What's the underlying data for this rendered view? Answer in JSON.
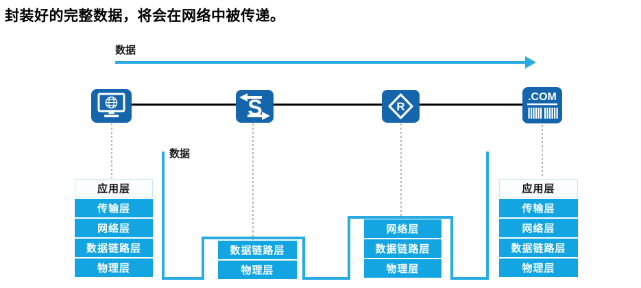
{
  "title": "封装好的完整数据，将会在网络中被传递。",
  "top_arrow": {
    "label": "数据"
  },
  "path_label": "数据",
  "colors": {
    "accent_blue": "#29ABE2",
    "layer_cell_blue": "#12A5E2",
    "device_blue": "#1565AD",
    "dotted_gray": "#B5B5B5",
    "backbone_black": "#000000"
  },
  "devices": [
    {
      "name": "client-host",
      "icon": "monitor-globe-icon",
      "label": ""
    },
    {
      "name": "switch",
      "icon": "switch-icon",
      "label": "S"
    },
    {
      "name": "router",
      "icon": "router-icon",
      "label": "R"
    },
    {
      "name": "web-server",
      "icon": "dotcom-server-icon",
      "label": ".COM"
    }
  ],
  "stacks": {
    "host_left": {
      "layers": [
        {
          "label": "应用层",
          "variant": "light"
        },
        {
          "label": "传输层",
          "variant": "blue"
        },
        {
          "label": "网络层",
          "variant": "blue"
        },
        {
          "label": "数据链路层",
          "variant": "blue"
        },
        {
          "label": "物理层",
          "variant": "blue"
        }
      ]
    },
    "switch": {
      "layers": [
        {
          "label": "数据链路层",
          "variant": "blue"
        },
        {
          "label": "物理层",
          "variant": "blue"
        }
      ]
    },
    "router": {
      "layers": [
        {
          "label": "网络层",
          "variant": "blue"
        },
        {
          "label": "数据链路层",
          "variant": "blue"
        },
        {
          "label": "物理层",
          "variant": "blue"
        }
      ]
    },
    "host_right": {
      "layers": [
        {
          "label": "应用层",
          "variant": "light"
        },
        {
          "label": "传输层",
          "variant": "blue"
        },
        {
          "label": "网络层",
          "variant": "blue"
        },
        {
          "label": "数据链路层",
          "variant": "blue"
        },
        {
          "label": "物理层",
          "variant": "blue"
        }
      ]
    }
  }
}
